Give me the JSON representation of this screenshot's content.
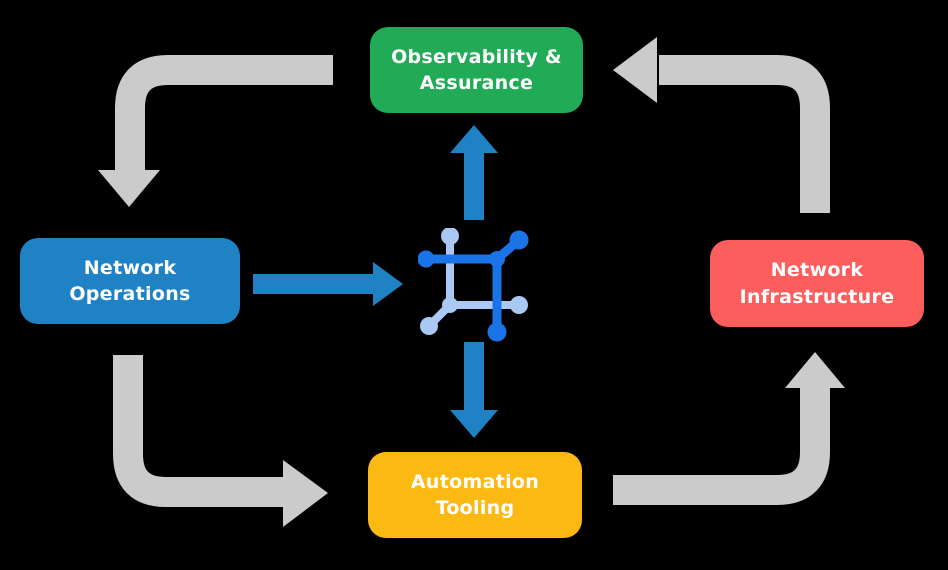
{
  "diagram": {
    "type": "cyclic-flow-diagram",
    "background": "#000000",
    "nodes": {
      "observability": {
        "line1": "Observability &",
        "line2": "Assurance",
        "color": "#22AB57",
        "position": "top-center"
      },
      "operations": {
        "line1": "Network",
        "line2": "Operations",
        "color": "#1E82C4",
        "position": "middle-left"
      },
      "infrastructure": {
        "line1": "Network",
        "line2": "Infrastructure",
        "color": "#FB5E5C",
        "position": "middle-right"
      },
      "automation": {
        "line1": "Automation",
        "line2": "Tooling",
        "color": "#FCB813",
        "position": "bottom-center"
      }
    },
    "center_icon": {
      "name": "network-automation-icon",
      "dark_color": "#1A74E8",
      "light_color": "#A9C9F4"
    },
    "edges": [
      {
        "from": "Observability & Assurance",
        "to": "Network Operations",
        "style": "gray-elbow",
        "color": "#CBCBCB"
      },
      {
        "from": "Network Operations",
        "to": "Automation Tooling",
        "style": "gray-elbow",
        "color": "#CBCBCB"
      },
      {
        "from": "Automation Tooling",
        "to": "Network Infrastructure",
        "style": "gray-elbow",
        "color": "#CBCBCB"
      },
      {
        "from": "Network Infrastructure",
        "to": "Observability & Assurance",
        "style": "gray-elbow",
        "color": "#CBCBCB"
      },
      {
        "from": "Network Operations",
        "to": "center icon",
        "style": "blue-straight",
        "color": "#1E82C4"
      },
      {
        "from": "center icon",
        "to": "Observability & Assurance",
        "style": "blue-straight",
        "color": "#1E82C4"
      },
      {
        "from": "center icon",
        "to": "Automation Tooling",
        "style": "blue-straight",
        "color": "#1E82C4"
      }
    ],
    "colors": {
      "gray_arrow": "#CBCBCB",
      "blue_arrow": "#1E82C4",
      "icon_dark": "#1A74E8",
      "icon_light": "#A9C9F4"
    }
  }
}
